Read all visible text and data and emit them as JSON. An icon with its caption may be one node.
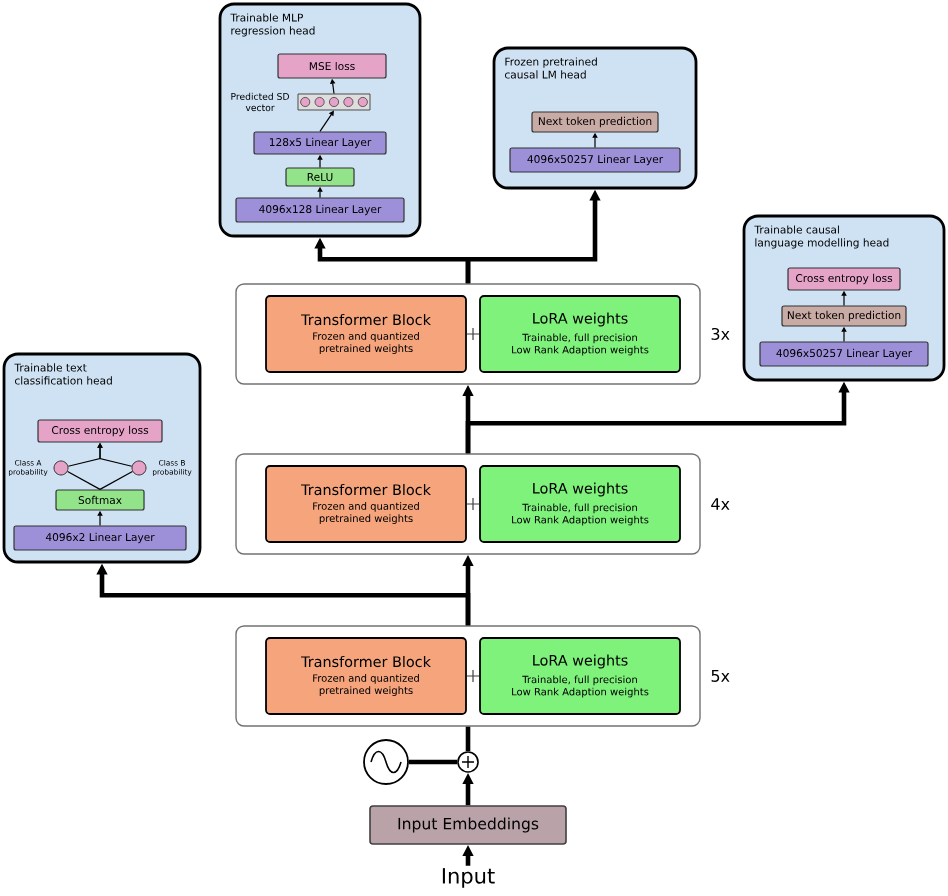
{
  "diagram": {
    "nodes": [
      {
        "text": [
          "Trainable MLP regression head"
        ]
      },
      {
        "text": [
          "MSE loss"
        ],
        "in": 0
      },
      {
        "text": [],
        "shape": "box",
        "in": 0,
        "beside": [
          "Predicted SD vector"
        ]
      },
      {
        "text": [
          "128x5 Linear Layer"
        ],
        "in": 0
      },
      {
        "text": [
          "ReLU"
        ],
        "in": 0
      },
      {
        "text": [
          "4096x128 Linear Layer"
        ],
        "in": 0
      },
      {
        "text": [
          "Frozen pretrained causal LM head"
        ]
      },
      {
        "text": [
          "Next token prediction"
        ],
        "in": 6
      },
      {
        "text": [
          "4096x50257 Linear Layer"
        ],
        "in": 6
      },
      {
        "text": [
          "Trainable causal language modelling head"
        ]
      },
      {
        "text": [
          "Cross entropy loss"
        ],
        "in": 9
      },
      {
        "text": [
          "Next token prediction"
        ],
        "in": 9
      },
      {
        "text": [
          "4096x50257 Linear Layer"
        ],
        "in": 9
      },
      {
        "text": [],
        "shape": "box",
        "beside": [
          "3x"
        ]
      },
      {
        "text": [
          "Transformer Block",
          "Frozen and quantized pretrained weights"
        ],
        "in": 13
      },
      {
        "text": [
          "LoRA weights",
          "Trainable, full precision Low Rank Adaption weights"
        ],
        "in": 13
      },
      {
        "text": [
          "Trainable text classification head"
        ]
      },
      {
        "text": [
          "Cross entropy loss"
        ],
        "in": 16
      },
      {
        "text": [],
        "shape": "circle",
        "in": 16,
        "beside": [
          "Class A probability"
        ]
      },
      {
        "text": [],
        "shape": "circle",
        "in": 16,
        "beside": [
          "Class B probability"
        ]
      },
      {
        "text": [
          "Softmax"
        ],
        "in": 16
      },
      {
        "text": [
          "4096x2 Linear Layer"
        ],
        "in": 16
      },
      {
        "text": [],
        "shape": "box",
        "beside": [
          "4x"
        ]
      },
      {
        "text": [
          "Transformer Block",
          "Frozen and quantized pretrained weights"
        ],
        "in": 22
      },
      {
        "text": [
          "LoRA weights",
          "Trainable, full precision Low Rank Adaption weights"
        ],
        "in": 22
      },
      {
        "text": [],
        "shape": "box",
        "beside": [
          "5x"
        ]
      },
      {
        "text": [
          "Transformer Block",
          "Frozen and quantized pretrained weights"
        ],
        "in": 25
      },
      {
        "text": [
          "LoRA weights",
          "Trainable, full precision Low Rank Adaption weights"
        ],
        "in": 25
      },
      {
        "text": [],
        "shape": "circle"
      },
      {
        "text": [],
        "shape": "circle"
      },
      {
        "text": [
          "Input Embeddings"
        ]
      },
      {
        "text": [
          "Input"
        ]
      }
    ],
    "edges": [
      {
        "from": 31,
        "to": 30,
        "arrow": "to",
        "style": "thick"
      },
      {
        "from": 30,
        "to": 29,
        "arrow": "to",
        "style": "thick"
      },
      {
        "from": 28,
        "to": 29,
        "arrow": "none",
        "style": "thick"
      },
      {
        "from": 29,
        "to": 25,
        "arrow": "none",
        "style": "thick"
      },
      {
        "from": 25,
        "to": 22,
        "arrow": "to",
        "style": "thick"
      },
      {
        "from": 25,
        "to": 16,
        "arrow": "to",
        "style": "thick"
      },
      {
        "from": 22,
        "to": 13,
        "arrow": "to",
        "style": "thick"
      },
      {
        "from": 22,
        "to": 9,
        "arrow": "to",
        "style": "thick"
      },
      {
        "from": 13,
        "to": 0,
        "arrow": "to",
        "style": "thick"
      },
      {
        "from": 13,
        "to": 6,
        "arrow": "to",
        "style": "thick"
      },
      {
        "from": 5,
        "to": 4,
        "arrow": "to"
      },
      {
        "from": 4,
        "to": 3,
        "arrow": "to"
      },
      {
        "from": 3,
        "to": 2,
        "arrow": "to"
      },
      {
        "from": 2,
        "to": 1,
        "arrow": "to"
      },
      {
        "from": 8,
        "to": 7,
        "arrow": "to"
      },
      {
        "from": 12,
        "to": 11,
        "arrow": "to"
      },
      {
        "from": 11,
        "to": 10,
        "arrow": "to"
      },
      {
        "from": 21,
        "to": 20,
        "arrow": "to"
      },
      {
        "from": 20,
        "to": 18,
        "arrow": "none"
      },
      {
        "from": 20,
        "to": 19,
        "arrow": "none"
      },
      {
        "from": 18,
        "to": 17,
        "arrow": "to"
      },
      {
        "from": 19,
        "to": 17,
        "arrow": "to"
      }
    ]
  }
}
